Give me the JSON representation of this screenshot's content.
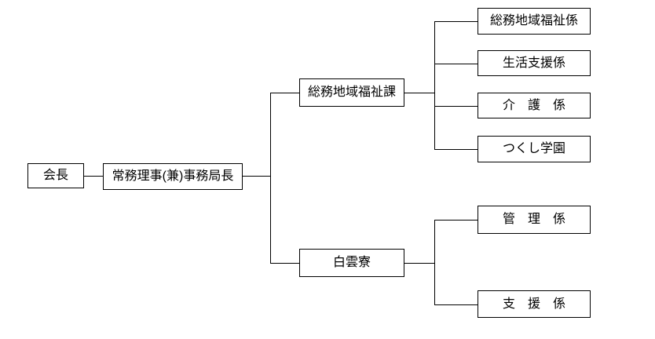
{
  "diagram": {
    "type": "org-chart",
    "background_color": "#ffffff",
    "border_color": "#000000",
    "text_color": "#000000",
    "nodes": {
      "chairman": {
        "label": "会長"
      },
      "managing_director": {
        "label": "常務理事(兼)事務局長"
      },
      "welfare_division": {
        "label": "総務地域福祉課"
      },
      "hakuun_dorm": {
        "label": "白雲寮"
      },
      "welfare_section": {
        "label": "総務地域福祉係"
      },
      "life_support_section": {
        "label": "生活支援係"
      },
      "nursing_care_section": {
        "label": "介　護　係"
      },
      "tsukushi_gakuen": {
        "label": "つくし学園"
      },
      "management_section": {
        "label": "管　理　係"
      },
      "support_section": {
        "label": "支　援　係"
      }
    },
    "edges": [
      {
        "from": "chairman",
        "to": "managing_director"
      },
      {
        "from": "managing_director",
        "to": "welfare_division"
      },
      {
        "from": "managing_director",
        "to": "hakuun_dorm"
      },
      {
        "from": "welfare_division",
        "to": "welfare_section"
      },
      {
        "from": "welfare_division",
        "to": "life_support_section"
      },
      {
        "from": "welfare_division",
        "to": "nursing_care_section"
      },
      {
        "from": "welfare_division",
        "to": "tsukushi_gakuen"
      },
      {
        "from": "hakuun_dorm",
        "to": "management_section"
      },
      {
        "from": "hakuun_dorm",
        "to": "support_section"
      }
    ]
  }
}
